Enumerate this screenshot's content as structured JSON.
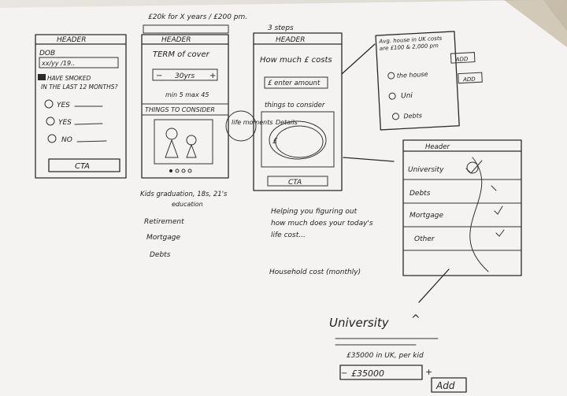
{
  "wireframe_1": {
    "header": "HEADER",
    "dob_label": "DOB",
    "dob_value": "xx/yy /19..",
    "question_line1": "HAVE SMOKED",
    "question_line2": "IN THE LAST 12 MONTHS?",
    "options": [
      "YES",
      "YES",
      "NO"
    ],
    "cta": "CTA"
  },
  "wireframe_2": {
    "note": "£20k for X years / £200 pm.",
    "header": "HEADER",
    "term_label": "TERM of cover",
    "term_value": "30yrs",
    "minus": "−",
    "plus": "+",
    "limits": "min 5   max 45",
    "things_label": "THINGS TO CONSIDER",
    "callout": "life moments",
    "bullets": [
      "Kids graduation, 18s, 21's",
      "education",
      "Retirement",
      "Mortgage",
      "Debts"
    ]
  },
  "wireframe_3": {
    "label": "3 steps",
    "header": "HEADER",
    "title": "How much £ costs",
    "field": "£ enter amount",
    "consider": "things to consider",
    "detail": "Details",
    "currency": "£",
    "cta": "CTA",
    "caption_lines": [
      "Helping you figuring out",
      "how much does your today's",
      "life cost..."
    ],
    "bullet": "Household cost (monthly)"
  },
  "wireframe_4": {
    "intro": "Avg. house in UK costs are £100 & 2,000 pm",
    "items": [
      "the house",
      "Uni",
      "Debts"
    ],
    "add": "ADD"
  },
  "wireframe_5": {
    "header": "Header",
    "rows": [
      "University",
      "Debts",
      "Mortgage",
      "Other"
    ]
  },
  "detail_panel": {
    "title": "University",
    "caret": "^",
    "cost": "£35000 in UK, per kid",
    "amount": "£35000",
    "minus": "−",
    "plus": "+",
    "add": "Add"
  }
}
